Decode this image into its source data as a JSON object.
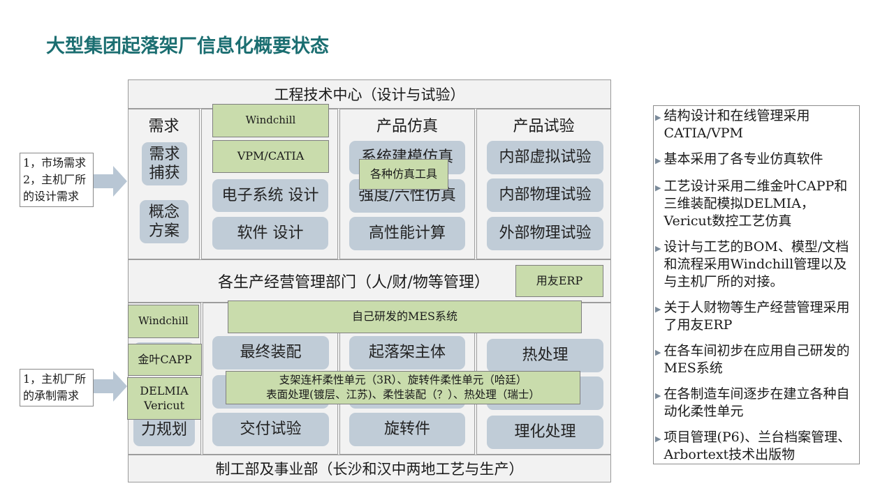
{
  "title": "大型集团起落架厂信息化概要状态",
  "engineering_center": "工程技术中心（设计与试验）",
  "requirements_col": {
    "header": "需求",
    "items": [
      "需求\n捕获",
      "概念\n方案"
    ]
  },
  "design_col": {
    "items": [
      "电子系统 设计",
      "软件 设计"
    ]
  },
  "simulation_col": {
    "header": "产品仿真",
    "items": [
      "系统建模仿真",
      "强度/六性仿真",
      "高性能计算"
    ]
  },
  "test_col": {
    "header": "产品试验",
    "items": [
      "内部虚拟试验",
      "内部物理试验",
      "外部物理试验"
    ]
  },
  "tools_top": {
    "windchill": "Windchill",
    "vpm_catia": "VPM/CATIA",
    "sim_tools": "各种仿真工具",
    "erp": "用友ERP"
  },
  "management_band": "各生产经营管理部门（人/财/物等管理）",
  "mes": "自己研发的MES系统",
  "tools_bottom": {
    "windchill": "Windchill",
    "capp": "金叶CAPP",
    "delmia": "DELMIA\nVericut",
    "flex_units": "支架连杆柔性单元（3R）、旋转件柔性单元（哈廷）\n表面处理(镀层、江苏)、柔性装配（？）、热处理（瑞士）"
  },
  "production_left": {
    "bottom": "力规划"
  },
  "production_col2": {
    "items": [
      "最终装配",
      "交付试验"
    ]
  },
  "production_col3": {
    "items": [
      "起落架主体",
      "旋转件"
    ]
  },
  "production_col4": {
    "items": [
      "热处理",
      "理化处理"
    ]
  },
  "production_band": "制工部及事业部（长沙和汉中两地工艺与生产）",
  "input_top": "1，市场需求\n2，主机厂所\n的设计需求",
  "input_bottom": "1，主机厂所\n的承制需求",
  "side_notes": [
    "结构设计和在线管理采用CATIA/VPM",
    "基本采用了各专业仿真软件",
    "工艺设计采用二维金叶CAPP和三维装配模拟DELMIA，Vericut数控工艺仿真",
    "设计与工艺的BOM、模型/文档和流程采用Windchill管理以及与主机厂所的对接。",
    "关于人财物等生产经营管理采用了用友ERP",
    "在各车间初步在应用自己研发的MES系统",
    "在各制造车间逐步在建立各种自动化柔性单元",
    "项目管理(P6)、兰台档案管理、Arbortext技术出版物"
  ],
  "colors": {
    "title": "#1b6e71",
    "pill": "#c0ccd7",
    "tool": "#c9dcac",
    "arrow": "#b8c6d4"
  }
}
